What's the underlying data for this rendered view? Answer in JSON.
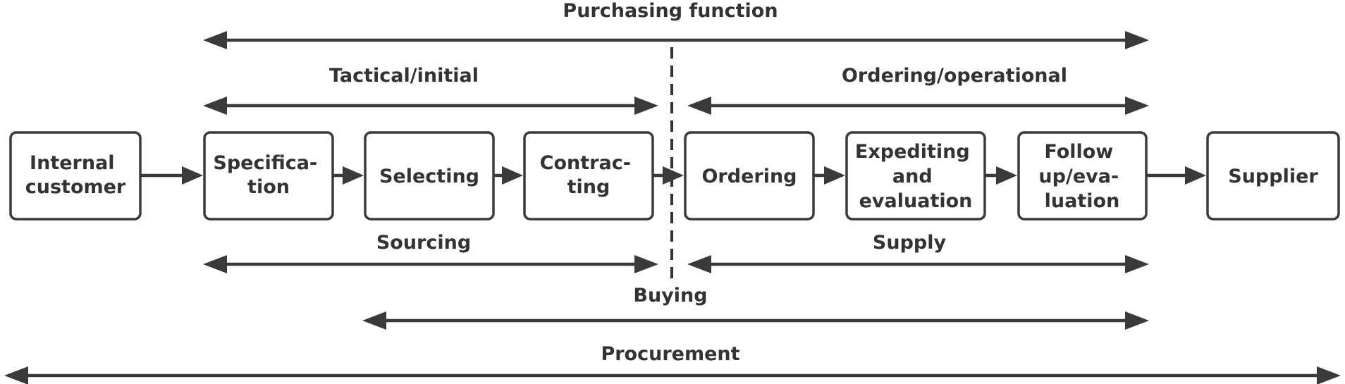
{
  "spans": {
    "purchasing": "Purchasing function",
    "tactical": "Tactical/initial",
    "ordering_operational": "Ordering/operational",
    "sourcing": "Sourcing",
    "supply": "Supply",
    "buying": "Buying",
    "procurement": "Procurement"
  },
  "boxes": {
    "internal_customer": [
      "Internal",
      "customer"
    ],
    "specification": [
      "Specifica-",
      "tion"
    ],
    "selecting": [
      "Selecting"
    ],
    "contracting": [
      "Contrac-",
      "ting"
    ],
    "ordering": [
      "Ordering"
    ],
    "expediting": [
      "Expediting",
      "and",
      "evaluation"
    ],
    "follow_up": [
      "Follow",
      "up/eva-",
      "luation"
    ],
    "supplier": [
      "Supplier"
    ]
  },
  "colors": {
    "ink": "#3a3a3a",
    "text": "#333333",
    "background": "#ffffff"
  }
}
